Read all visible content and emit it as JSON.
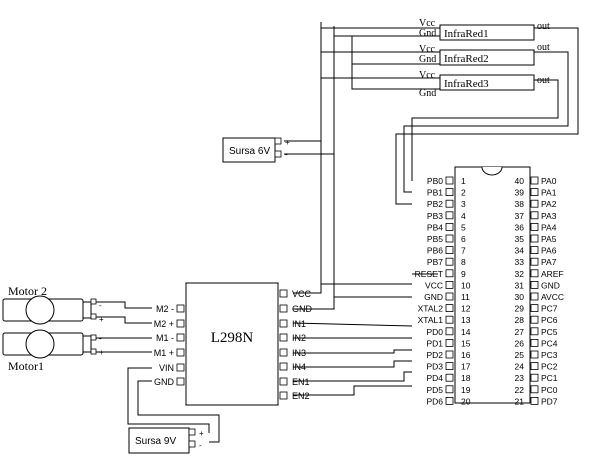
{
  "infrared": [
    {
      "label": "InfraRed1",
      "vcc": "Vcc",
      "gnd": "Gnd",
      "out": "out"
    },
    {
      "label": "InfraRed2",
      "vcc": "Vcc",
      "gnd": "Gnd",
      "out": "out"
    },
    {
      "label": "InfraRed3",
      "vcc": "Vcc",
      "gnd": "Gnd",
      "out": "out"
    }
  ],
  "supply6": {
    "label": "Sursa 6V",
    "plus": "+",
    "minus": "-"
  },
  "supply9": {
    "label": "Sursa 9V",
    "plus": "+",
    "minus": "-"
  },
  "motor2": {
    "label": "Motor 2",
    "minus": "-",
    "plus": "+"
  },
  "motor1": {
    "label": "Motor1",
    "minus": "-",
    "plus": "+"
  },
  "driver": {
    "label": "L298N",
    "left_pins": [
      "M2 -",
      "M2 +",
      "M1 -",
      "M1 +",
      "VIN",
      "GND"
    ],
    "right_pins": [
      "VCC",
      "GND",
      "IN1",
      "IN2",
      "IN3",
      "IN4",
      "EN1",
      "EN2"
    ]
  },
  "mcu": {
    "left": [
      {
        "name": "PB0",
        "num": "1"
      },
      {
        "name": "PB1",
        "num": "2"
      },
      {
        "name": "PB2",
        "num": "3"
      },
      {
        "name": "PB3",
        "num": "4"
      },
      {
        "name": "PB4",
        "num": "5"
      },
      {
        "name": "PB5",
        "num": "6"
      },
      {
        "name": "PB6",
        "num": "7"
      },
      {
        "name": "PB7",
        "num": "8"
      },
      {
        "name": "RESET",
        "num": "9"
      },
      {
        "name": "VCC",
        "num": "10"
      },
      {
        "name": "GND",
        "num": "11"
      },
      {
        "name": "XTAL2",
        "num": "12"
      },
      {
        "name": "XTAL1",
        "num": "13"
      },
      {
        "name": "PD0",
        "num": "14"
      },
      {
        "name": "PD1",
        "num": "15"
      },
      {
        "name": "PD2",
        "num": "16"
      },
      {
        "name": "PD3",
        "num": "17"
      },
      {
        "name": "PD4",
        "num": "18"
      },
      {
        "name": "PD5",
        "num": "19"
      },
      {
        "name": "PD6",
        "num": "20"
      }
    ],
    "right": [
      {
        "name": "PA0",
        "num": "40"
      },
      {
        "name": "PA1",
        "num": "39"
      },
      {
        "name": "PA2",
        "num": "38"
      },
      {
        "name": "PA3",
        "num": "37"
      },
      {
        "name": "PA4",
        "num": "36"
      },
      {
        "name": "PA5",
        "num": "35"
      },
      {
        "name": "PA6",
        "num": "34"
      },
      {
        "name": "PA7",
        "num": "33"
      },
      {
        "name": "AREF",
        "num": "32"
      },
      {
        "name": "GND",
        "num": "31"
      },
      {
        "name": "AVCC",
        "num": "30"
      },
      {
        "name": "PC7",
        "num": "29"
      },
      {
        "name": "PC6",
        "num": "28"
      },
      {
        "name": "PC5",
        "num": "27"
      },
      {
        "name": "PC4",
        "num": "26"
      },
      {
        "name": "PC3",
        "num": "25"
      },
      {
        "name": "PC2",
        "num": "24"
      },
      {
        "name": "PC1",
        "num": "23"
      },
      {
        "name": "PC0",
        "num": "22"
      },
      {
        "name": "PD7",
        "num": "21"
      }
    ]
  }
}
